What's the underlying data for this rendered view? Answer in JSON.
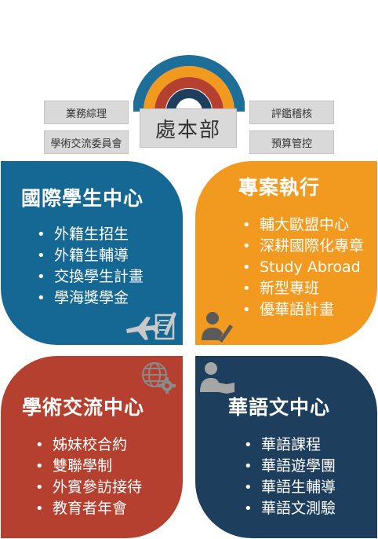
{
  "center": {
    "title": "處本部"
  },
  "side_labels": {
    "top_left": "業務綜理",
    "bottom_left": "學術交流委員會",
    "top_right": "評鑑稽核",
    "bottom_right": "預算管控"
  },
  "quadrants": {
    "intl_students": {
      "title": "國際學生中心",
      "items": [
        "外籍生招生",
        "外籍生輔導",
        "交換學生計畫",
        "學海獎學金"
      ]
    },
    "projects": {
      "title": "專案執行",
      "items": [
        "輔大歐盟中心",
        "深耕國際化專章",
        "Study Abroad",
        "新型專班",
        "優華語計畫"
      ]
    },
    "academic_exchange": {
      "title": "學術交流中心",
      "items": [
        "姊妹校合約",
        "雙聯學制",
        "外賓參訪接待",
        "教育者年會"
      ]
    },
    "chinese_center": {
      "title": "華語文中心",
      "items": [
        "華語課程",
        "華語遊學團",
        "華語生輔導",
        "華語文測驗"
      ]
    }
  },
  "icons": [
    "airplane-document-icon",
    "person-pen-icon",
    "globe-gear-icon",
    "person-book-icon"
  ],
  "colors": {
    "blue": "#166894",
    "orange": "#f29a1f",
    "red": "#b5402f",
    "navy": "#1d3e5d",
    "gray": "#d9d9d9"
  }
}
